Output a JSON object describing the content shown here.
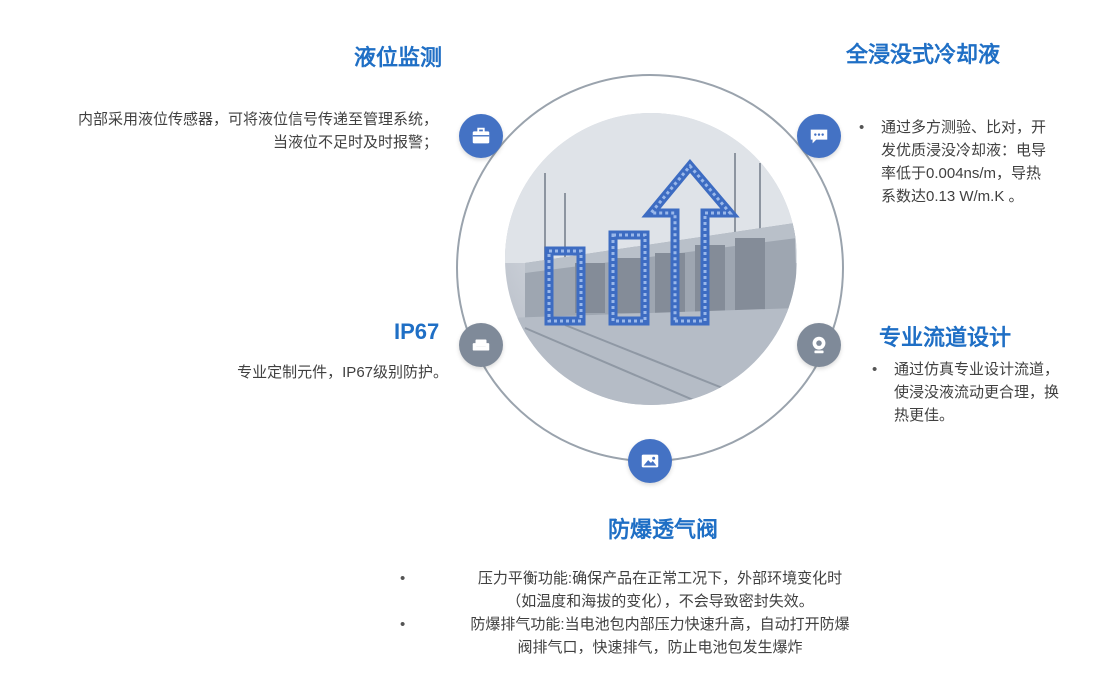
{
  "colors": {
    "title": "#1f6fc5",
    "node_blue": "#4472c4",
    "node_gray": "#7f8a99",
    "ring": "#9aa3ad"
  },
  "top_left": {
    "title": "液位监测",
    "lines": [
      "内部采用液位传感器，可将液位信号传递至管理系统，",
      "当液位不足时及时报警；"
    ],
    "icon": "briefcase-icon"
  },
  "top_right": {
    "title": "全浸没式冷却液",
    "lines": [
      "通过多方测验、比对，开",
      "发优质浸没冷却液：电导",
      "率低于0.004ns/m，导热",
      "系数达0.13 W/m.K 。"
    ],
    "icon": "chat-icon"
  },
  "mid_left": {
    "title": "IP67",
    "lines": [
      "专业定制元件，IP67级别防护。"
    ],
    "icon": "sofa-icon"
  },
  "mid_right": {
    "title": "专业流道设计",
    "lines": [
      "通过仿真专业设计流道，",
      "使浸没液流动更合理，换",
      "热更佳。"
    ],
    "icon": "webcam-icon"
  },
  "bottom": {
    "title": "防爆透气阀",
    "item1": [
      "压力平衡功能:确保产品在正常工况下，外部环境变化时",
      "（如温度和海拔的变化），不会导致密封失效。"
    ],
    "item2": [
      "防爆排气功能:当电池包内部压力快速升高，自动打开防爆",
      "阀排气口，快速排气，防止电池包发生爆炸"
    ],
    "icon": "image-icon"
  },
  "center_image": "energy-storage-containers-with-rising-bar-chart-arrow"
}
